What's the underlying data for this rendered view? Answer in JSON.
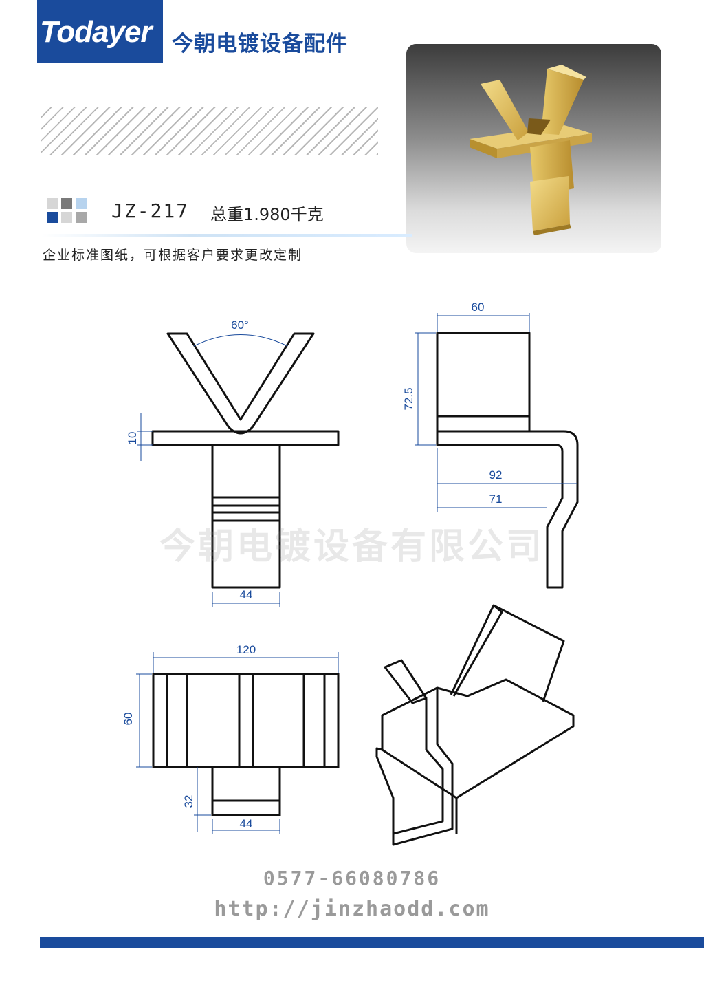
{
  "brand": {
    "logo": "Todayer",
    "name": "今朝电镀设备配件"
  },
  "product": {
    "model": "JZ-217",
    "weight": "总重1.980千克"
  },
  "note": "企业标准图纸，可根据客户要求更改定制",
  "dimensions": {
    "angle": "60°",
    "front_flange": "10",
    "front_width": "44",
    "side_width": "60",
    "side_height": "72.5",
    "side_reach": "92",
    "side_inner": "71",
    "top_length": "120",
    "top_depth": "60",
    "top_tab": "32",
    "top_tab_width": "44"
  },
  "watermark": "今朝电镀设备有限公司",
  "contact": {
    "phone": "0577-66080786",
    "url": "http://jinzhaodd.com"
  },
  "colors": {
    "brand_blue": "#1a4b9c",
    "dimension_blue": "#1a4b9c",
    "brass": "#d9b75a"
  },
  "swatches": [
    "#d6d6d6",
    "#7a7a7a",
    "#b7d3ee",
    "#1a4b9c",
    "#d6d6d6",
    "#a8a8a8"
  ]
}
